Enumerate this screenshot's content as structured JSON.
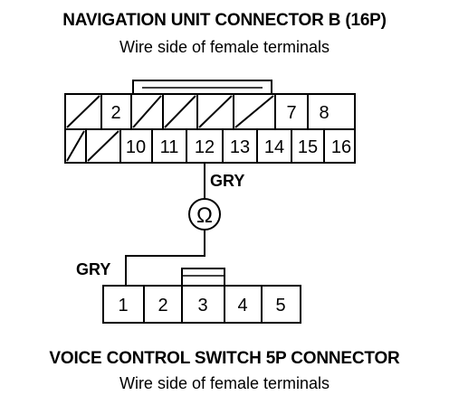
{
  "connector_b": {
    "title": "NAVIGATION UNIT CONNECTOR B (16P)",
    "subtitle": "Wire side of female terminals",
    "top_row": [
      "",
      "2",
      "",
      "",
      "",
      "",
      "7",
      "8"
    ],
    "bottom_row": [
      "",
      "",
      "10",
      "11",
      "12",
      "13",
      "14",
      "15",
      "16"
    ]
  },
  "meter": {
    "symbol": "Ω"
  },
  "wires": {
    "upper_label": "GRY",
    "lower_label": "GRY"
  },
  "connector_5p": {
    "title": "VOICE CONTROL SWITCH 5P CONNECTOR",
    "subtitle": "Wire side of female terminals",
    "cells": [
      "1",
      "2",
      "3",
      "4",
      "5"
    ]
  }
}
